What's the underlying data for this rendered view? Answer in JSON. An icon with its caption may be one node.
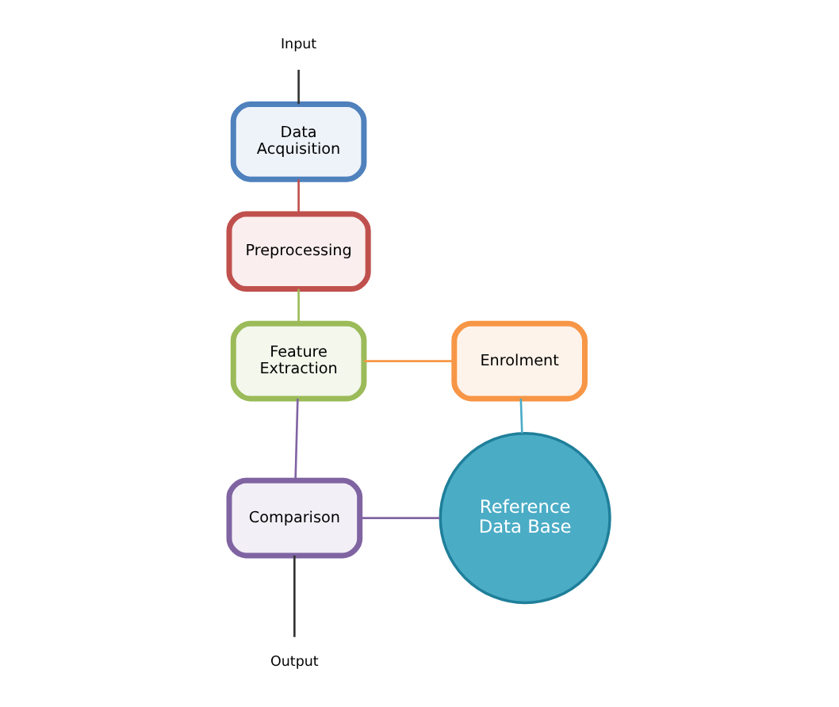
{
  "diagram": {
    "nodes": [
      {
        "text": [
          "Input"
        ]
      },
      {
        "text": [
          "Data Acquisition"
        ]
      },
      {
        "text": [
          "Preprocessing"
        ]
      },
      {
        "text": [
          "Feature Extraction"
        ]
      },
      {
        "text": [
          "Enrolment"
        ]
      },
      {
        "text": [
          "Reference Data Base"
        ]
      },
      {
        "text": [
          "Comparison"
        ]
      },
      {
        "text": [
          "Output"
        ]
      }
    ],
    "edges": [
      {
        "from": 0,
        "to": 1,
        "arrow": "none"
      },
      {
        "from": 1,
        "to": 2,
        "arrow": "none",
        "color": "#c0504d"
      },
      {
        "from": 2,
        "to": 3,
        "arrow": "none",
        "color": "#9bbb59"
      },
      {
        "from": 3,
        "to": 6,
        "arrow": "none",
        "color": "#8064a2"
      },
      {
        "from": 3,
        "to": 4,
        "arrow": "none",
        "color": "#f79646"
      },
      {
        "from": 4,
        "to": 5,
        "arrow": "none",
        "color": "#4bacc6"
      },
      {
        "from": 6,
        "to": 5,
        "arrow": "none",
        "color": "#8064a2"
      },
      {
        "from": 6,
        "to": 7,
        "arrow": "none"
      }
    ]
  }
}
